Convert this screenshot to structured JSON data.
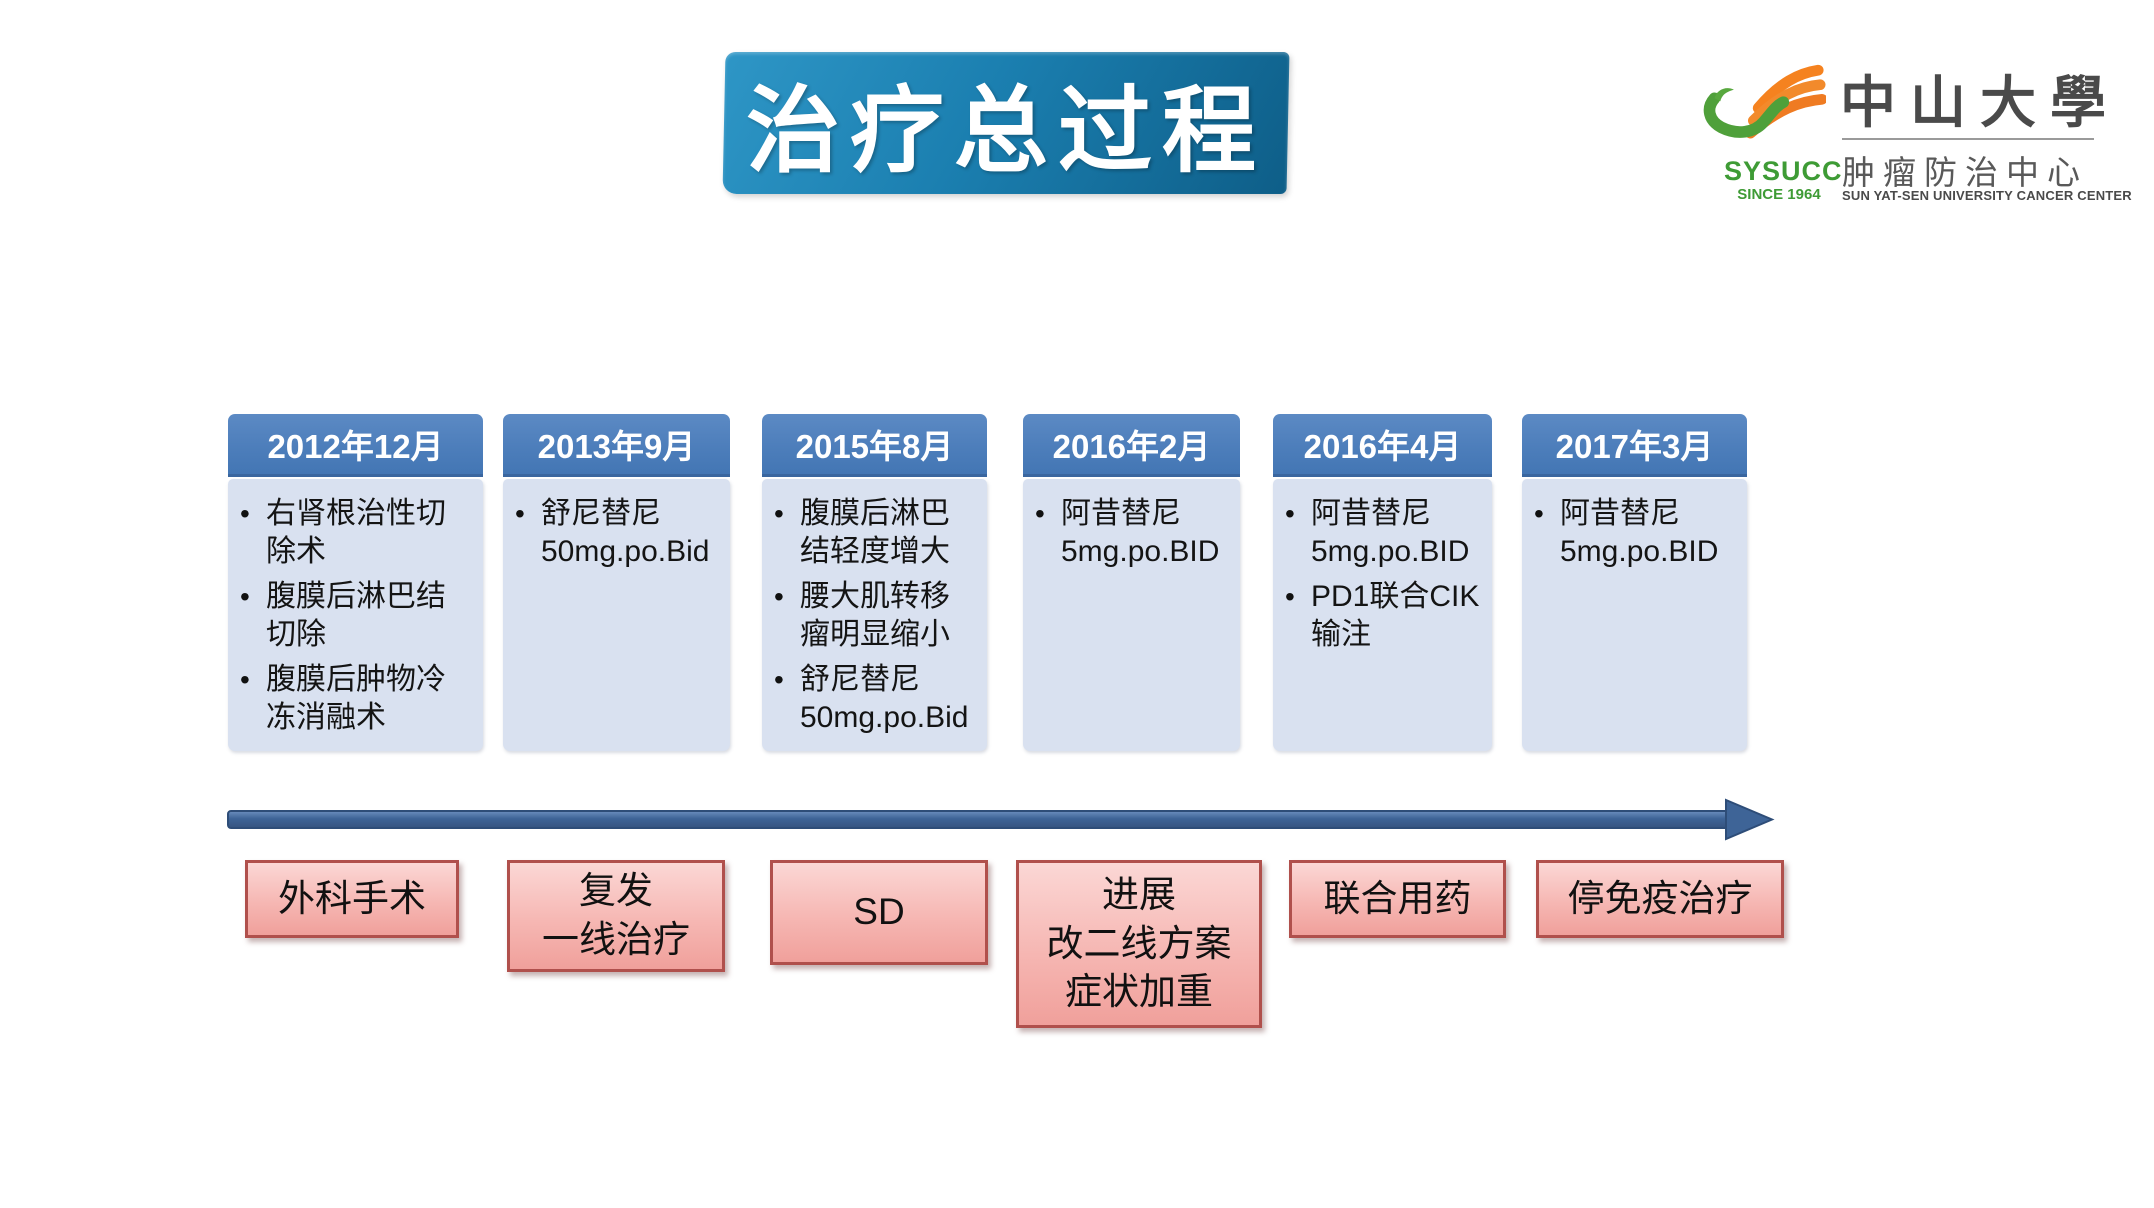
{
  "slide": {
    "title": "治疗总过程"
  },
  "logo": {
    "sysucc": "SYSUCC",
    "since": "SINCE 1964",
    "cn_name": "中山大學",
    "center_cn": "肿瘤防治中心",
    "center_en": "SUN YAT-SEN UNIVERSITY CANCER CENTER",
    "mark": "bird-wing-swoosh-icon"
  },
  "timeline": {
    "columns": [
      {
        "date": "2012年12月",
        "items": [
          "右肾根治性切\n除术",
          "腹膜后淋巴结\n切除",
          "腹膜后肿物冷\n冻消融术"
        ]
      },
      {
        "date": "2013年9月",
        "items": [
          "舒尼替尼\n50mg.po.Bid"
        ]
      },
      {
        "date": "2015年8月",
        "items": [
          "腹膜后淋巴\n结轻度增大",
          "腰大肌转移\n瘤明显缩小",
          "舒尼替尼\n50mg.po.Bid"
        ]
      },
      {
        "date": "2016年2月",
        "items": [
          "阿昔替尼\n5mg.po.BID"
        ]
      },
      {
        "date": "2016年4月",
        "items": [
          "阿昔替尼\n5mg.po.BID",
          "PD1联合CIK\n输注"
        ]
      },
      {
        "date": "2017年3月",
        "items": [
          "阿昔替尼\n5mg.po.BID"
        ]
      }
    ]
  },
  "stages": [
    {
      "label": "外科手术"
    },
    {
      "label": "复发\n一线治疗"
    },
    {
      "label": "SD"
    },
    {
      "label": "进展\n改二线方案\n症状加重"
    },
    {
      "label": "联合用药"
    },
    {
      "label": "停免疫治疗"
    }
  ],
  "colors": {
    "banner-start": "#2E96C6",
    "banner-end": "#0E5E88",
    "header-blue": "#4D7EBB",
    "header-blue-dark": "#3A669F",
    "panel-fill": "#D9E1F0",
    "arrow-blue": "#3E6497",
    "arrow-outline": "#2E4D78",
    "stage-fill-top": "#FBD7D5",
    "stage-fill-bottom": "#F0A09B",
    "stage-border": "#B0504C",
    "logo-green": "#3E9B35",
    "logo-orange": "#F08026"
  }
}
